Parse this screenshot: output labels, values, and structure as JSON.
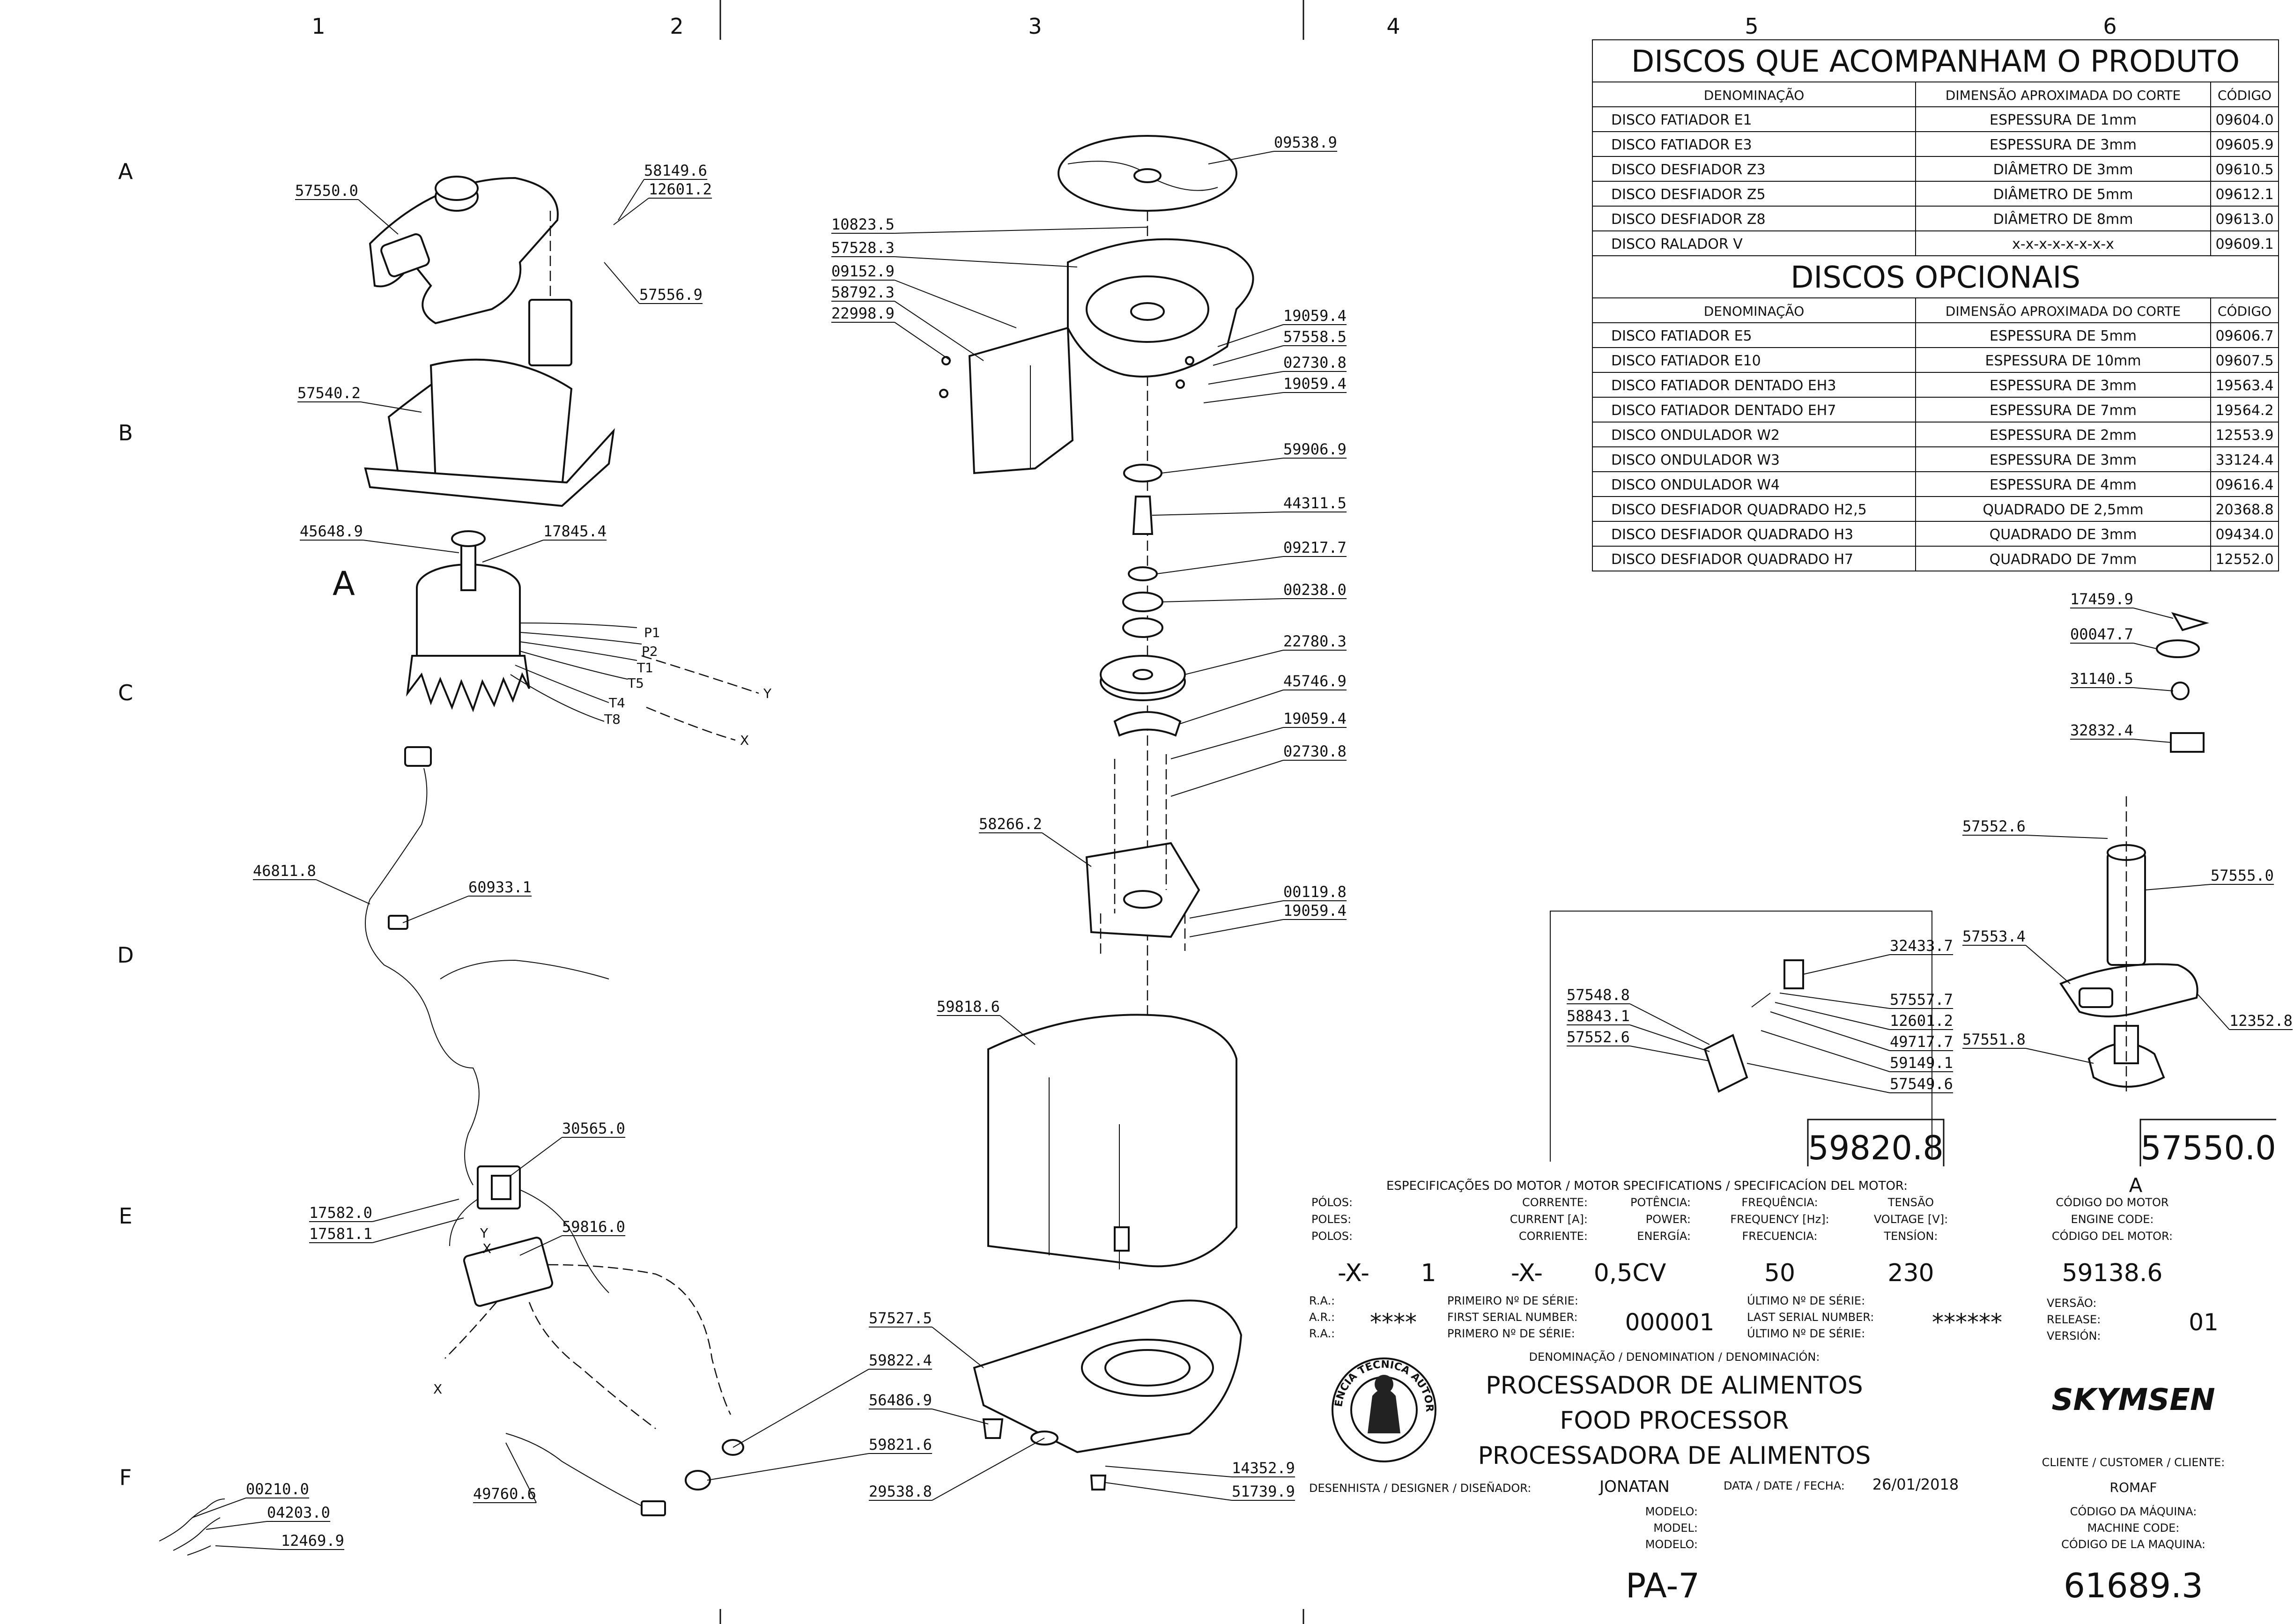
{
  "grid": {
    "columns": [
      "1",
      "2",
      "3",
      "4",
      "5",
      "6"
    ],
    "rows": [
      "A",
      "B",
      "C",
      "D",
      "E",
      "F"
    ]
  },
  "tables": {
    "included": {
      "title": "DISCOS QUE ACOMPANHAM O PRODUTO",
      "headers": [
        "DENOMINAÇÃO",
        "DIMENSÃO APROXIMADA DO CORTE",
        "CÓDIGO"
      ],
      "rows": [
        [
          "DISCO FATIADOR E1",
          "ESPESSURA DE 1mm",
          "09604.0"
        ],
        [
          "DISCO FATIADOR E3",
          "ESPESSURA DE 3mm",
          "09605.9"
        ],
        [
          "DISCO DESFIADOR Z3",
          "DIÂMETRO DE 3mm",
          "09610.5"
        ],
        [
          "DISCO DESFIADOR Z5",
          "DIÂMETRO DE 5mm",
          "09612.1"
        ],
        [
          "DISCO DESFIADOR Z8",
          "DIÂMETRO DE 8mm",
          "09613.0"
        ],
        [
          "DISCO RALADOR V",
          "x-x-x-x-x-x-x-x",
          "09609.1"
        ]
      ]
    },
    "optional": {
      "title": "DISCOS OPCIONAIS",
      "headers": [
        "DENOMINAÇÃO",
        "DIMENSÃO APROXIMADA DO CORTE",
        "CÓDIGO"
      ],
      "rows": [
        [
          "DISCO FATIADOR E5",
          "ESPESSURA DE 5mm",
          "09606.7"
        ],
        [
          "DISCO FATIADOR E10",
          "ESPESSURA DE 10mm",
          "09607.5"
        ],
        [
          "DISCO FATIADOR DENTADO EH3",
          "ESPESSURA DE 3mm",
          "19563.4"
        ],
        [
          "DISCO FATIADOR DENTADO EH7",
          "ESPESSURA DE 7mm",
          "19564.2"
        ],
        [
          "DISCO ONDULADOR W2",
          "ESPESSURA DE 2mm",
          "12553.9"
        ],
        [
          "DISCO ONDULADOR W3",
          "ESPESSURA DE 3mm",
          "33124.4"
        ],
        [
          "DISCO ONDULADOR W4",
          "ESPESSURA DE 4mm",
          "09616.4"
        ],
        [
          "DISCO DESFIADOR QUADRADO H2,5",
          "QUADRADO DE 2,5mm",
          "20368.8"
        ],
        [
          "DISCO DESFIADOR QUADRADO H3",
          "QUADRADO DE 3mm",
          "09434.0"
        ],
        [
          "DISCO DESFIADOR QUADRADO H7",
          "QUADRADO DE 7mm",
          "12552.0"
        ]
      ]
    }
  },
  "wire_labels": [
    "P1",
    "P2",
    "T1",
    "T5",
    "T4",
    "T8",
    "Y",
    "X",
    "Y",
    "X",
    "X"
  ],
  "view_marker": "A",
  "part_labels": {
    "left": [
      "57550.0",
      "58149.6",
      "12601.2",
      "57556.9",
      "57540.2",
      "45648.9",
      "17845.4",
      "46811.8",
      "60933.1",
      "30565.0",
      "17582.0",
      "17581.1",
      "59816.0",
      "49760.6",
      "00210.0",
      "04203.0",
      "12469.9"
    ],
    "center": [
      "09538.9",
      "10823.5",
      "57528.3",
      "09152.9",
      "58792.3",
      "22998.9",
      "19059.4",
      "57558.5",
      "02730.8",
      "19059.4",
      "59906.9",
      "44311.5",
      "09217.7",
      "00238.0",
      "22780.3",
      "45746.9",
      "19059.4",
      "02730.8",
      "58266.2",
      "00119.8",
      "19059.4",
      "59818.6",
      "57527.5",
      "59822.4",
      "56486.9",
      "59821.6",
      "29538.8",
      "14352.9",
      "51739.9"
    ],
    "right": [
      "17459.9",
      "00047.7",
      "31140.5",
      "32832.4"
    ],
    "detail_59820": [
      "32433.7",
      "57548.8",
      "58843.1",
      "57552.6",
      "57557.7",
      "12601.2",
      "49717.7",
      "59149.1",
      "57549.6"
    ],
    "detail_57550": [
      "57552.6",
      "57555.0",
      "57553.4",
      "12352.8",
      "57551.8"
    ]
  },
  "detail_boxes": {
    "box1": "59820.8",
    "box2": "57550.0",
    "box2_marker": "A"
  },
  "motor_specs": {
    "heading": "ESPECIFICAÇÕES DO MOTOR / MOTOR SPECIFICATIONS / SPECIFICACÍON DEL MOTOR:",
    "fields": [
      {
        "labels": [
          "PÓLOS:",
          "POLES:",
          "POLOS:"
        ],
        "value": "-X-"
      },
      {
        "labels": [
          "CORRENTE:",
          "CURRENT [A]:",
          "CORRIENTE:"
        ],
        "value": "1"
      },
      {
        "labels": [
          "POTÊNCIA:",
          "POWER:",
          "ENERGÍA:"
        ],
        "value": "-X-"
      },
      {
        "labels": [
          "",
          "",
          ""
        ],
        "value": "0,5CV"
      },
      {
        "labels": [
          "FREQUÊNCIA:",
          "FREQUENCY [Hz]:",
          "FRECUENCIA:"
        ],
        "value": "50"
      },
      {
        "labels": [
          "TENSÃO",
          "VOLTAGE [V]:",
          "TENSÍON:"
        ],
        "value": "230"
      },
      {
        "labels": [
          "CÓDIGO DO MOTOR",
          "ENGINE CODE:",
          "CÓDIGO DEL MOTOR:"
        ],
        "value": "59138.6"
      }
    ]
  },
  "serial": {
    "ra_labels": [
      "R.A.:",
      "A.R.:",
      "R.A.:"
    ],
    "ra_value": "****",
    "first_labels": [
      "PRIMEIRO Nº DE SÉRIE:",
      "FIRST SERIAL NUMBER:",
      "PRIMERO Nº DE SÉRIE:"
    ],
    "first_value": "000001",
    "last_labels": [
      "ÚLTIMO Nº DE SÉRIE:",
      "LAST SERIAL NUMBER:",
      "ÚLTIMO Nº DE SÉRIE:"
    ],
    "last_value": "******",
    "version_labels": [
      "VERSÃO:",
      "RELEASE:",
      "VERSIÓN:"
    ],
    "version_value": "01"
  },
  "title_block": {
    "denomination_label": "DENOMINAÇÃO / DENOMINATION / DENOMINACIÓN:",
    "names": [
      "PROCESSADOR DE ALIMENTOS",
      "FOOD PROCESSOR",
      "PROCESSADORA DE ALIMENTOS"
    ],
    "brand": "SKYMSEN",
    "seal_text": "ASSISTÊNCIA TÉCNICA AUTORIZADA",
    "designer_label": "DESENHISTA / DESIGNER / DISEÑADOR:",
    "designer": "JONATAN",
    "date_label": "DATA / DATE / FECHA:",
    "date": "26/01/2018",
    "client_label": "CLIENTE / CUSTOMER / CLIENTE:",
    "client": "ROMAF",
    "model_labels": [
      "MODELO:",
      "MODEL:",
      "MODELO:"
    ],
    "model": "PA-7",
    "machine_code_labels": [
      "CÓDIGO DA MÁQUINA:",
      "MACHINE CODE:",
      "CÓDIGO DE LA MAQUINA:"
    ],
    "machine_code": "61689.3"
  }
}
